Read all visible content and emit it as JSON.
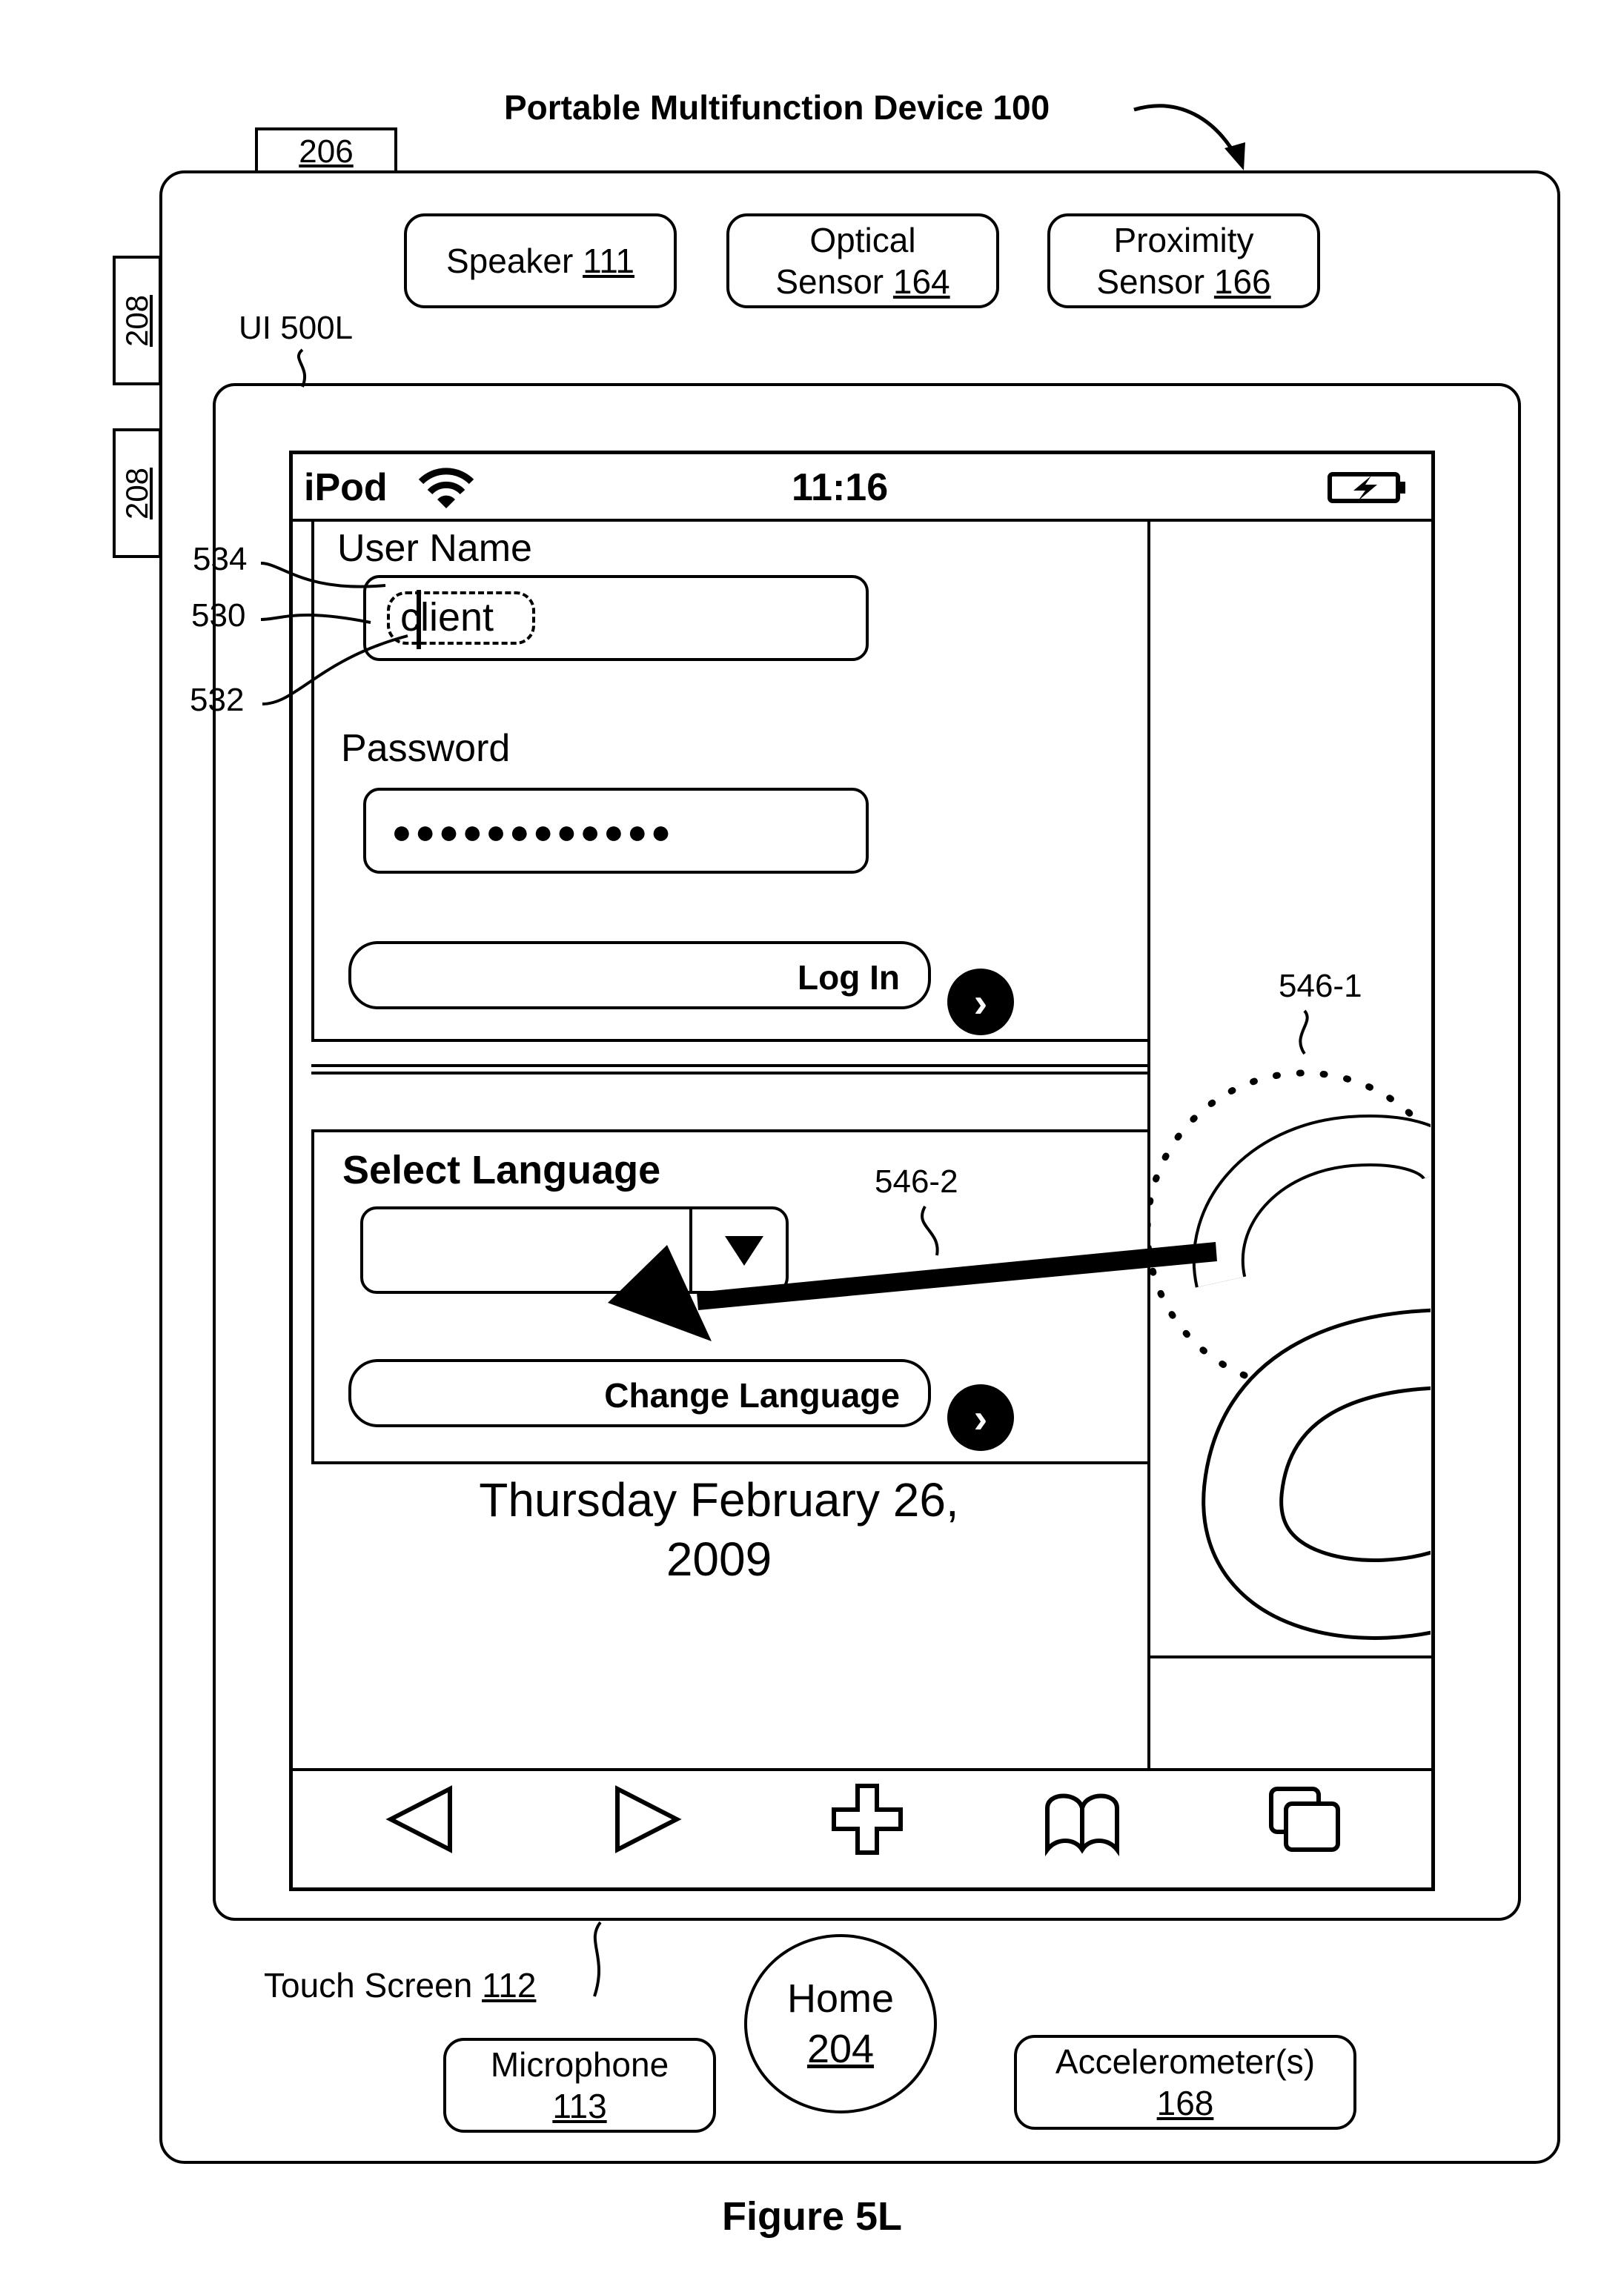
{
  "figure": {
    "device_title": "Portable Multifunction Device 100",
    "caption": "Figure 5L",
    "ui_label": "UI 500L",
    "touch_screen_label": "Touch Screen",
    "touch_screen_ref": "112",
    "button_206": "206",
    "side_button_1": "208",
    "side_button_2": "208",
    "ref_534": "534",
    "ref_530": "530",
    "ref_532": "532",
    "ref_546_1": "546-1",
    "ref_546_2": "546-2"
  },
  "hardware": {
    "speaker_label": "Speaker",
    "speaker_ref": "111",
    "optical_label": "Optical",
    "optical_label2": "Sensor",
    "optical_ref": "164",
    "proximity_label": "Proximity",
    "proximity_label2": "Sensor",
    "proximity_ref": "166",
    "microphone_label": "Microphone",
    "microphone_ref": "113",
    "home_label": "Home",
    "home_ref": "204",
    "accelerometer_label": "Accelerometer(s)",
    "accelerometer_ref": "168"
  },
  "status_bar": {
    "carrier": "iPod",
    "time": "11:16"
  },
  "login": {
    "username_label": "User Name",
    "username_value": "client",
    "password_label": "Password",
    "password_value": "●●●●●●●●●●●●",
    "login_button": "Log In"
  },
  "language": {
    "title": "Select Language",
    "dropdown_value": "",
    "change_button": "Change Language"
  },
  "date": {
    "line1": "Thursday February 26,",
    "line2": "2009"
  },
  "gesture": {
    "handwritten_character": "a"
  },
  "toolbar": {
    "icons": [
      "back-icon",
      "forward-icon",
      "add-icon",
      "bookmarks-icon",
      "pages-icon"
    ]
  }
}
